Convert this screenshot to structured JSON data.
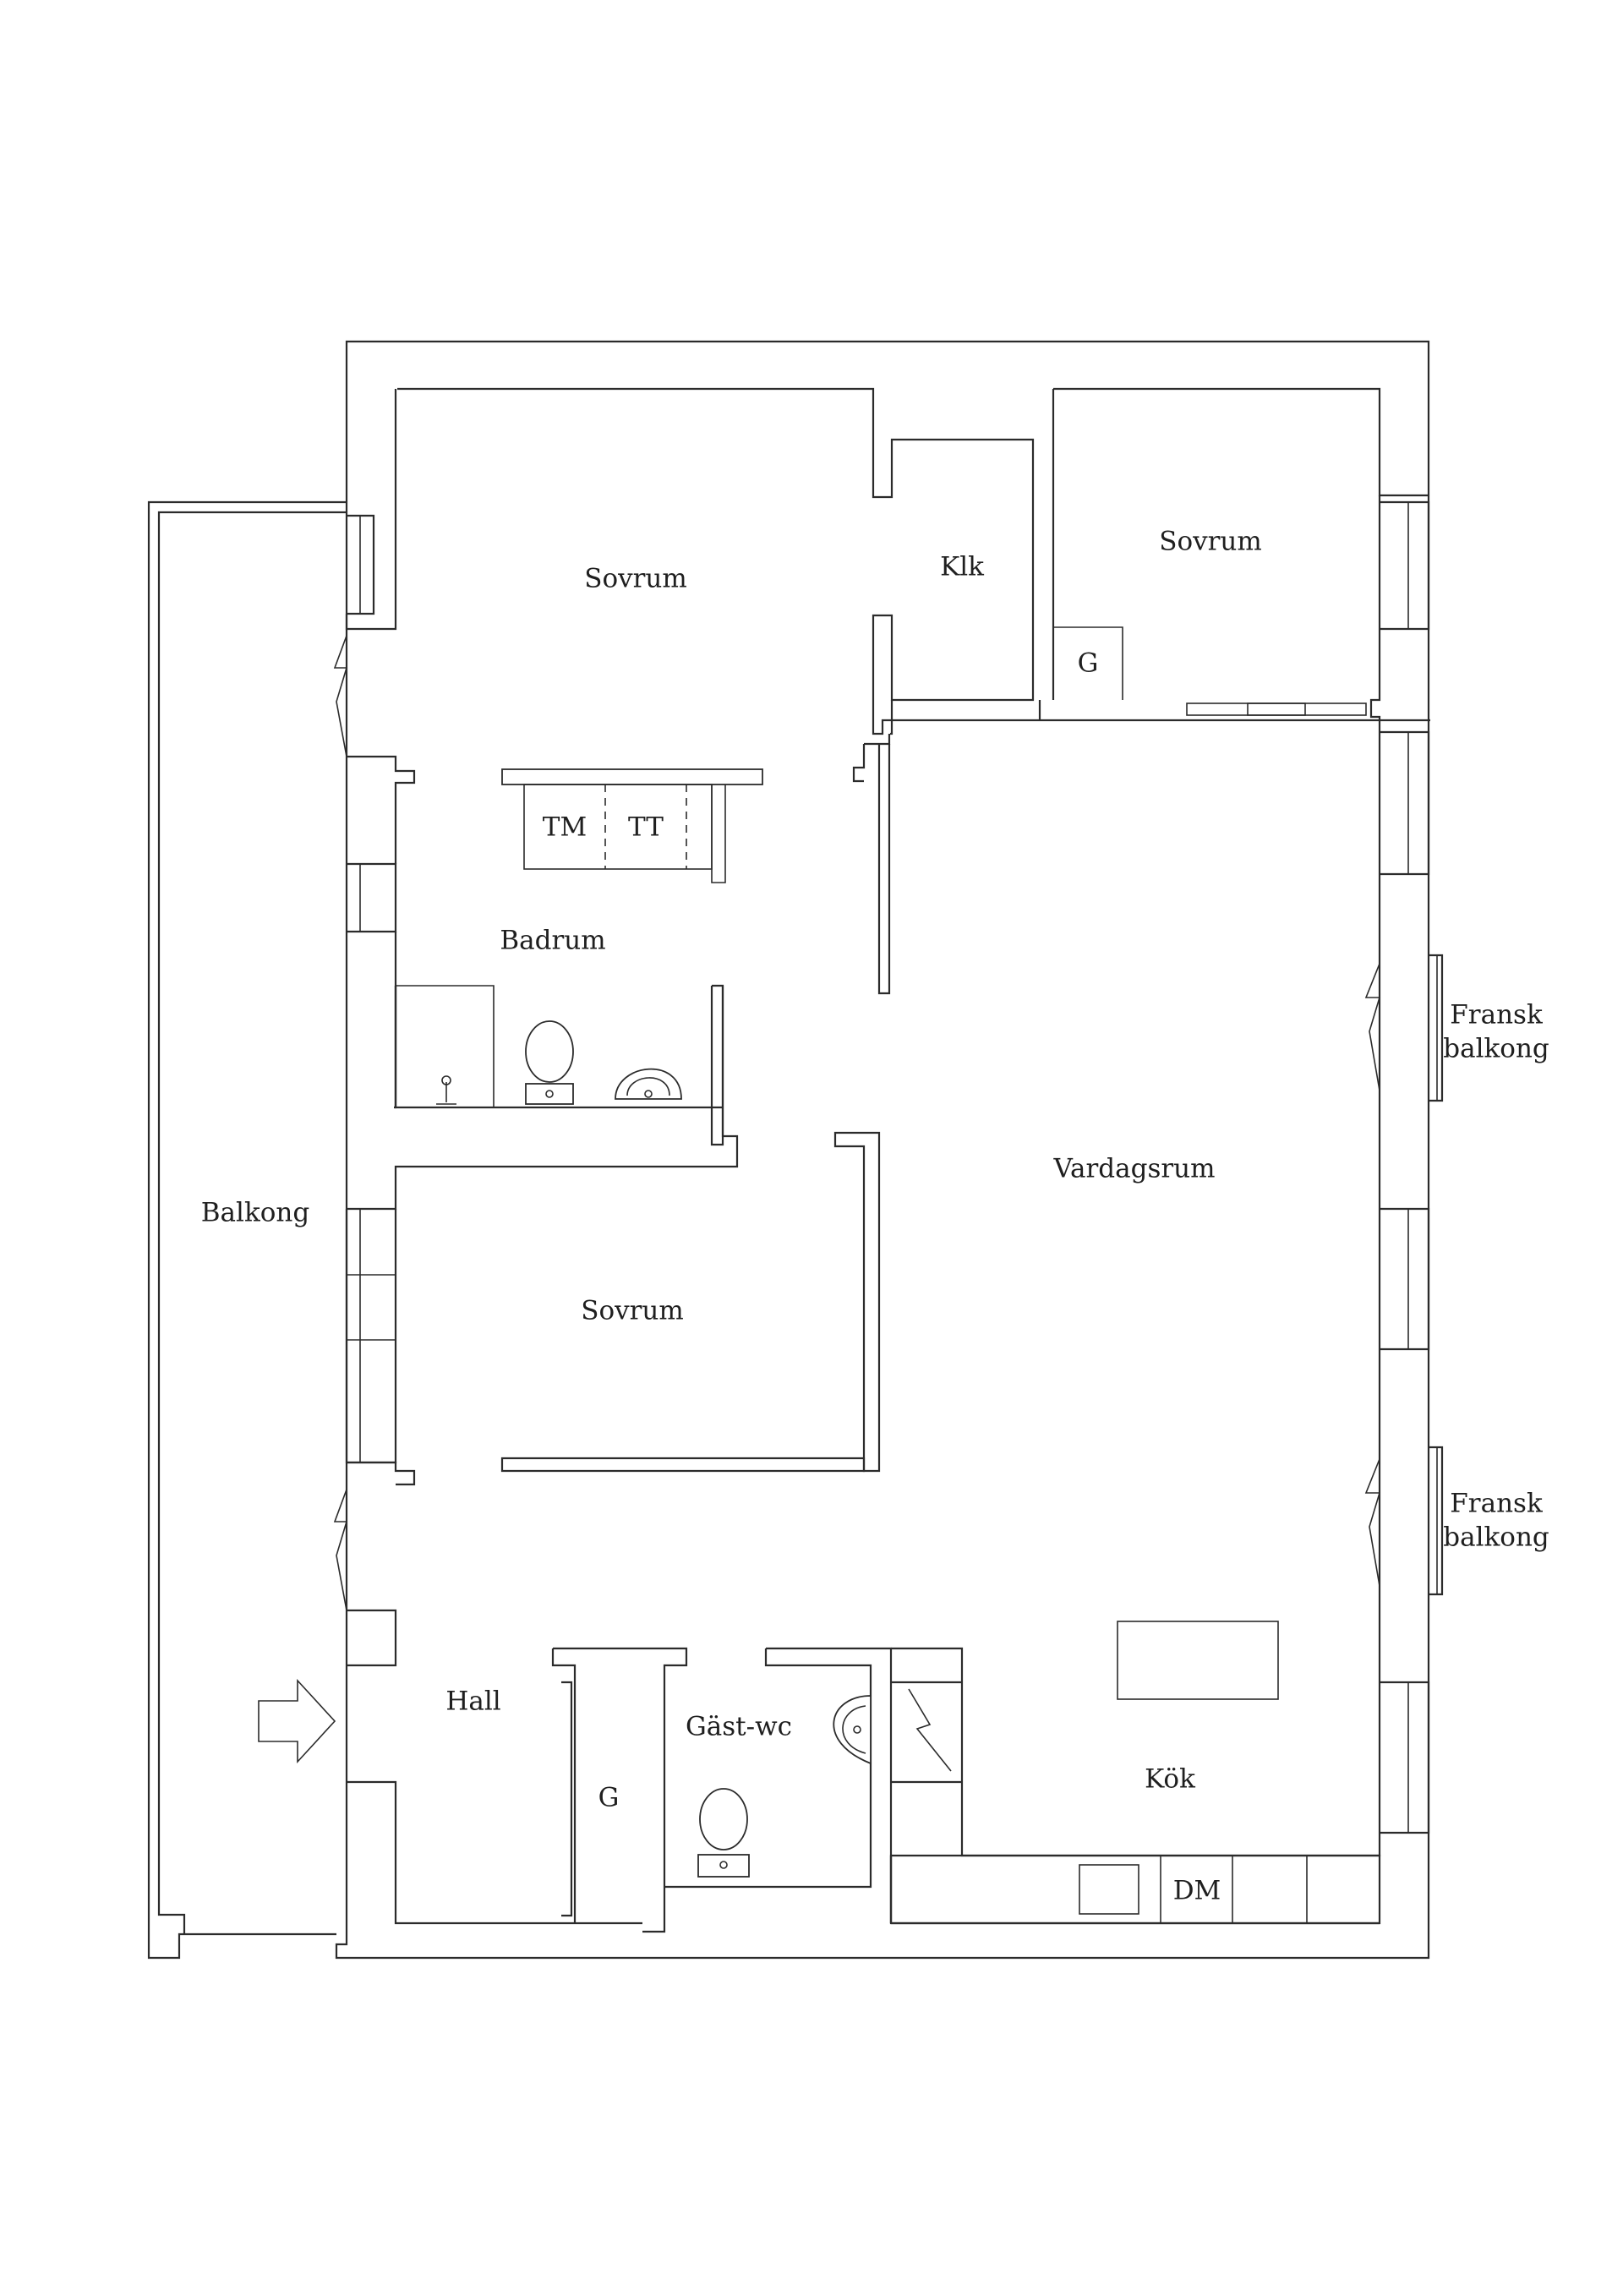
{
  "plan": {
    "rooms": {
      "sovrum_top": "Sovrum",
      "klk": "Klk",
      "sovrum_right": "Sovrum",
      "garderob_top": "G",
      "tm": "TM",
      "tt": "TT",
      "badrum": "Badrum",
      "balkong": "Balkong",
      "vardagsrum": "Vardagsrum",
      "sovrum_middle": "Sovrum",
      "hall": "Hall",
      "gast_wc": "Gäst-wc",
      "garderob_hall": "G",
      "kok": "Kök",
      "dm": "DM"
    },
    "french_balcony_1": [
      "Fransk",
      "balkong"
    ],
    "french_balcony_2": [
      "Fransk",
      "balkong"
    ]
  }
}
